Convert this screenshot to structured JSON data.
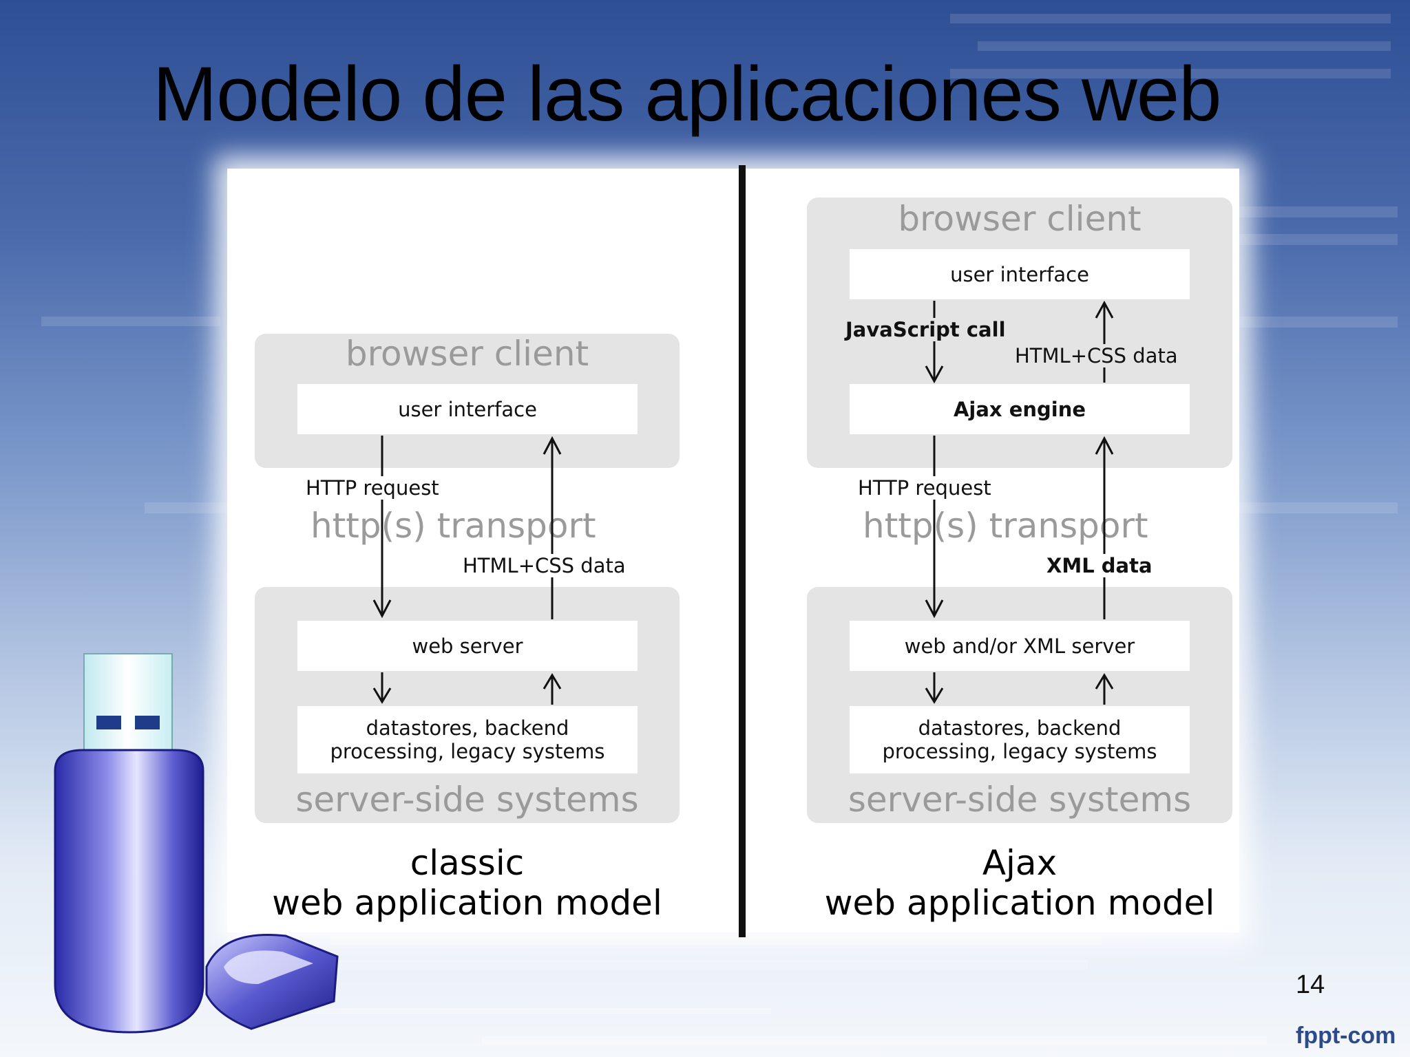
{
  "slide": {
    "title": "Modelo de las aplicaciones web",
    "page_number": "14",
    "brand": "fppt-com"
  },
  "classic": {
    "browser_title": "browser client",
    "user_interface": "user interface",
    "request_label": "HTTP request",
    "transport": "http(s) transport",
    "response_label": "HTML+CSS data",
    "web_server": "web server",
    "datastores_line1": "datastores, backend",
    "datastores_line2": "processing, legacy systems",
    "server_title": "server-side systems",
    "caption_line1": "classic",
    "caption_line2": "web application model"
  },
  "ajax": {
    "browser_title": "browser client",
    "user_interface": "user interface",
    "js_call_label": "JavaScript call",
    "html_css_label": "HTML+CSS data",
    "ajax_engine": "Ajax engine",
    "request_label": "HTTP request",
    "transport": "http(s) transport",
    "response_label": "XML data",
    "web_server": "web and/or XML server",
    "datastores_line1": "datastores, backend",
    "datastores_line2": "processing, legacy systems",
    "server_title": "server-side systems",
    "caption_line1": "Ajax",
    "caption_line2": "web application model"
  },
  "decoration": {
    "usb_drive_icon": "usb-drive-icon",
    "usb_cap_icon": "usb-cap-icon"
  }
}
